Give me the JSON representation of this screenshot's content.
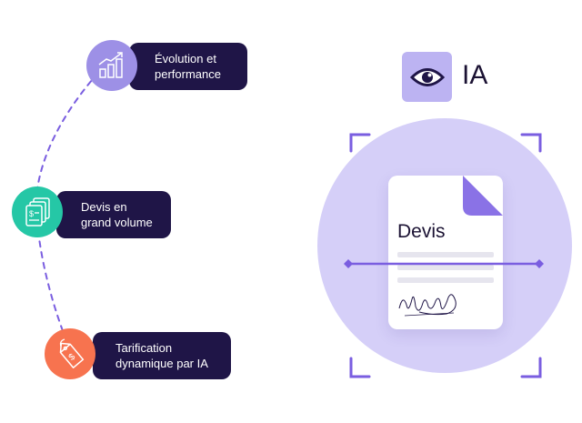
{
  "features": [
    {
      "label": "Évolution et\nperformance",
      "icon": "growth-chart-icon"
    },
    {
      "label": "Devis en\ngrand volume",
      "icon": "document-stack-icon"
    },
    {
      "label": "Tarification\ndynamique par IA",
      "icon": "price-tag-icon"
    }
  ],
  "ia": {
    "label": "IA",
    "icon": "eye-icon"
  },
  "document": {
    "title": "Devis",
    "icon": "signature-icon"
  },
  "colors": {
    "navy": "#1f1547",
    "lavender": "#9d90e6",
    "teal": "#25c7a6",
    "orange": "#f7734f",
    "purple": "#7a5ee0",
    "circle": "#d5cff8"
  }
}
